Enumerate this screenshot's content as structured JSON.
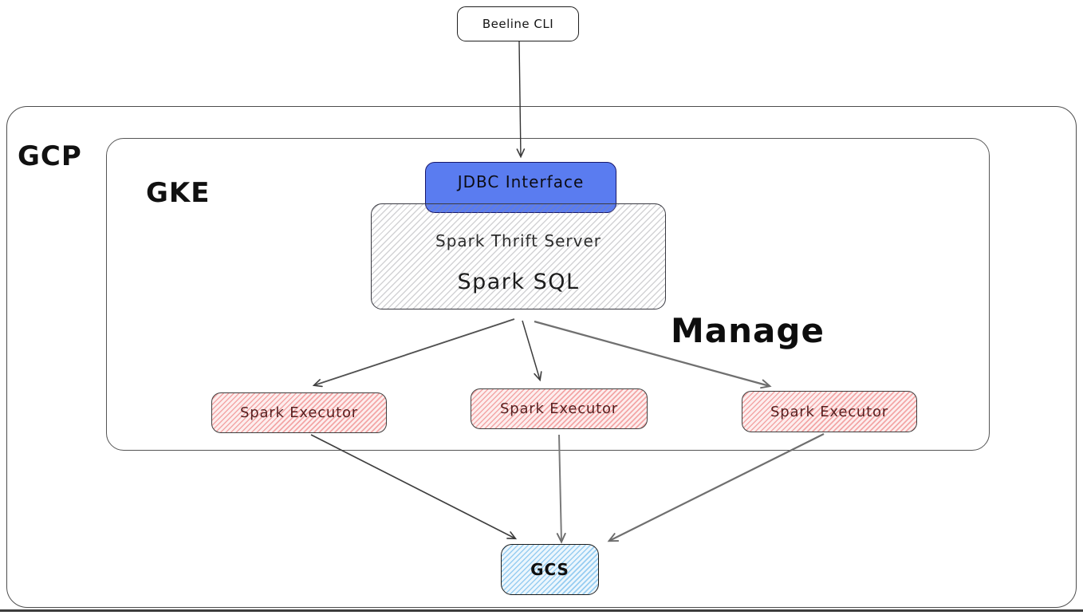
{
  "diagram": {
    "containers": {
      "gcp": {
        "label": "GCP"
      },
      "gke": {
        "label": "GKE"
      }
    },
    "nodes": {
      "beeline": {
        "label": "Beeline CLI"
      },
      "jdbc": {
        "label": "JDBC Interface",
        "fill": "#5a7cf0"
      },
      "thrift_server": {
        "title": "Spark Thrift Server",
        "subtitle": "Spark SQL",
        "fill_hatch": "#c9c9cd"
      },
      "executors": [
        {
          "label": "Spark Executor"
        },
        {
          "label": "Spark Executor"
        },
        {
          "label": "Spark Executor"
        }
      ],
      "gcs": {
        "label": "GCS",
        "fill_hatch": "#97cdf1"
      }
    },
    "annotations": {
      "manage": "Manage"
    },
    "edges": [
      {
        "from": "Beeline CLI",
        "to": "JDBC Interface"
      },
      {
        "from": "Spark Thrift Server",
        "to": "Spark Executor 1"
      },
      {
        "from": "Spark Thrift Server",
        "to": "Spark Executor 2"
      },
      {
        "from": "Spark Thrift Server",
        "to": "Spark Executor 3"
      },
      {
        "from": "Spark Executor 1",
        "to": "GCS"
      },
      {
        "from": "Spark Executor 2",
        "to": "GCS"
      },
      {
        "from": "Spark Executor 3",
        "to": "GCS"
      }
    ],
    "colors": {
      "executor_hatch": "#f3a6a6",
      "executor_text": "#571f1f",
      "arrow": "#4a4a4a",
      "container_border": "#4d4d4d"
    }
  }
}
